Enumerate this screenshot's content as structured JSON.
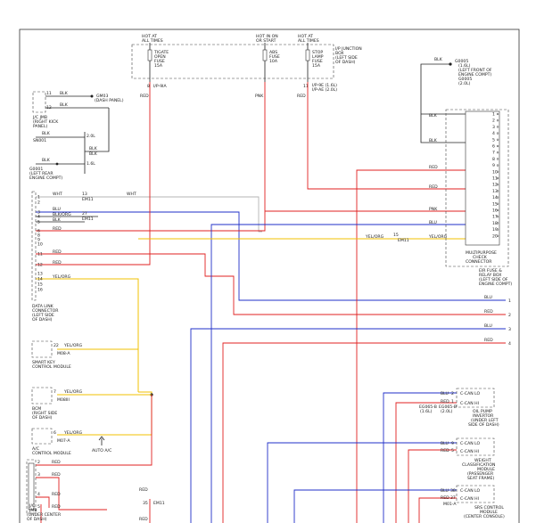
{
  "fuses": {
    "group1_header": [
      "HOT AT",
      "ALL TIMES"
    ],
    "group2_header": [
      "HOT IN ON",
      "OR START"
    ],
    "group3_header": [
      "HOT AT",
      "ALL TIMES"
    ],
    "fuse1": [
      "TIGATE",
      "OPEN",
      "FUSE",
      "15A"
    ],
    "fuse2": [
      "ABS",
      "FUSE",
      "10A"
    ],
    "fuse3": [
      "STOP",
      "LAMP",
      "FUSE",
      "15A"
    ],
    "jbox": [
      "I/P JUNCTION",
      "BOX",
      "(LEFT SIDE",
      "OF DASH)"
    ],
    "pin1": "8",
    "conn1": "I/P-9IA",
    "pin3": "11",
    "conn3a": "I/P-9E (1.6L)",
    "conn3b": "I/P-AE (2.0L)",
    "wire1": "RED",
    "wire2": "PNK",
    "wire3": "RED"
  },
  "ground_tr": {
    "label": [
      "G0005",
      "(1.6L)",
      "(LEFT FRONT OF",
      "ENGINE COMPT)",
      "G0005",
      "(2.0L)"
    ],
    "wire": "BLK"
  },
  "jc_left": {
    "p11": "11",
    "p12": "12",
    "w11": "BLK",
    "w12": "BLK",
    "gm03": [
      "GM03",
      "(DASH PANEL)"
    ],
    "name": [
      "J/C JMB",
      "(RIGHT KICK",
      "PANEL)"
    ],
    "sn": "SN001",
    "bk1": "BLK",
    "bk2": "BLK",
    "bk3": "BLK",
    "bk4": "BLK",
    "v20": "2.0L",
    "v16": "1.6L",
    "g0001": [
      "G0001",
      "(LEFT REAR",
      "ENGINE COMPT)"
    ]
  },
  "dlc": {
    "pins": [
      "1",
      "2",
      "3",
      "4",
      "5",
      "6",
      "8",
      "9",
      "10",
      "11",
      "12",
      "13",
      "14",
      "15",
      "16"
    ],
    "wires": {
      "p1": "WHT",
      "p3": "BLU",
      "p4": "BLK/ORG",
      "p5": "BLK",
      "p6": "RED",
      "p10": "RED",
      "p11": "RED",
      "p13": "YEL/ORG"
    },
    "em11a": "EM11",
    "em11b": "EM11",
    "sp13": "13",
    "sp27": "27",
    "label": [
      "DATA LINK",
      "CONNECTOR",
      "(LEFT SIDE",
      "OF DASH)"
    ],
    "wht_mid": "WHT"
  },
  "mpc": {
    "pins": [
      "1",
      "2",
      "3",
      "4",
      "5",
      "6",
      "7",
      "8",
      "9",
      "10",
      "11",
      "12",
      "13",
      "14",
      "15",
      "16",
      "17",
      "18",
      "19",
      "20"
    ],
    "wires": {
      "p1": "BLK",
      "p5": "BLK",
      "p9": "RED",
      "p11": "RED",
      "p15": "PNK",
      "p17": "BLU",
      "p19": "YEL/ORG"
    },
    "label": [
      "MULTIPURPOSE",
      "CHECK",
      "CONNECTOR"
    ],
    "em": "EM11",
    "em_pin": "15",
    "yel": "YEL/ORG",
    "relay": [
      "EIR FUSE &",
      "RELAY BOX",
      "(LEFT SIDE OF",
      "ENGINE COMPT)"
    ]
  },
  "right_stubs": [
    {
      "wire": "BLU",
      "num": "1"
    },
    {
      "wire": "RED",
      "num": "2"
    },
    {
      "wire": "BLU",
      "num": "3"
    },
    {
      "wire": "RED",
      "num": "4"
    }
  ],
  "smart_key": {
    "pin": "22",
    "wire": "YEL/ORG",
    "conn": "M08-A",
    "label": [
      "SMART KEY",
      "CONTROL MODULE"
    ]
  },
  "bcm": {
    "pin": "7",
    "wire": "YEL/ORG",
    "conn": "M08III",
    "label": [
      "BCM",
      "(RIGHT SIDE",
      "OF DASH)"
    ]
  },
  "ac": {
    "pin": "6",
    "wire": "YEL/ORG",
    "conn": "M07-A",
    "label": [
      "A/C",
      "CONTROL MODULE"
    ],
    "auto": "AUTO A/C"
  },
  "jc_bottom": {
    "p2": "2",
    "p3": "3",
    "p4": "4",
    "p5": "5",
    "w2": "RED",
    "w3": "RED",
    "w4": "RED",
    "w5": "RED",
    "label": [
      "J/C",
      "JMB",
      "(UNDER CENTER",
      "OF DASH)"
    ],
    "red1": "RED",
    "red2": "RED",
    "mid_pin": "35",
    "mid_conn": "EM11"
  },
  "oil_pump": {
    "clo": "C-CAN LO",
    "chi": "C-CAN HI",
    "pin2": "2",
    "pin1": "1",
    "w1": "BLU",
    "w2": "RED",
    "conn_a": "EG065-B",
    "conn_b": "EG065-B",
    "v16": "(1.6L)",
    "v20": "(2.0L)",
    "label": [
      "OIL PUMP",
      "INVERTOR",
      "(UNDER LEFT",
      "SIDE OF DASH)"
    ]
  },
  "weight": {
    "clo": "C-CAN LO",
    "chi": "C-CAN HI",
    "pin9": "9",
    "pin5": "5",
    "w1": "BLU",
    "w2": "RED",
    "label": [
      "WEIGHT",
      "CLASSIFICATION",
      "MODULE",
      "(PASSENGER",
      "SEAT FRAME)"
    ]
  },
  "srs": {
    "clo": "C-CAN LO",
    "chi": "C-CAN HI",
    "pin38": "38",
    "pin37": "37",
    "w1": "BLU",
    "w2": "RED",
    "conn": "M01-A",
    "label": [
      "SRS CONTROL",
      "MODULE",
      "(CENTER CONSOLE)"
    ]
  }
}
